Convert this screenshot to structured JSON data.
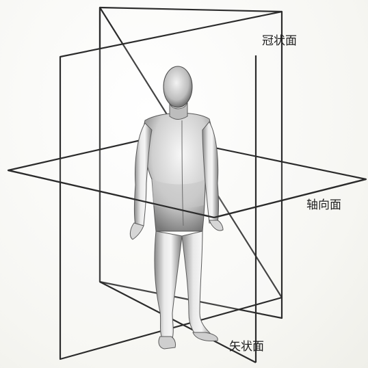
{
  "labels": {
    "coronal": "冠状面",
    "axial": "轴向面",
    "sagittal": "矢状面"
  },
  "colors": {
    "plane_line": "#2b2b2b",
    "body_dark": "#6e6e6e",
    "body_light": "#f4f4f4",
    "background": "#fbfbf8"
  },
  "icons": {
    "figure": "human-figure-icon"
  }
}
